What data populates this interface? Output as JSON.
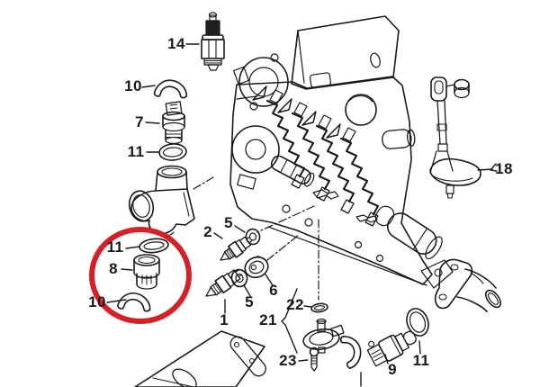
{
  "diagram": {
    "kind": "exploded engine parts line drawing",
    "background_color": "#ffffff",
    "line_color": "#1a1a1a",
    "highlight": {
      "shape": "ellipse",
      "color": "#d32127",
      "circled_parts": [
        "11",
        "8",
        "10"
      ]
    }
  },
  "callouts": [
    {
      "part": "switch-14",
      "text": "14"
    },
    {
      "part": "clip-10-top",
      "text": "10"
    },
    {
      "part": "sensor-7",
      "text": "7"
    },
    {
      "part": "seal-11-top",
      "text": "11"
    },
    {
      "part": "seal-11-middle",
      "text": "11"
    },
    {
      "part": "plug-8",
      "text": "8"
    },
    {
      "part": "clip-10-bottom",
      "text": "10"
    },
    {
      "part": "sensor-2",
      "text": "2"
    },
    {
      "part": "washer-5-top",
      "text": "5"
    },
    {
      "part": "screw-plug-6",
      "text": "6"
    },
    {
      "part": "washer-5-bottom",
      "text": "5"
    },
    {
      "part": "sensor-1",
      "text": "1"
    },
    {
      "part": "group-21",
      "text": "21"
    },
    {
      "part": "seal-22",
      "text": "22"
    },
    {
      "part": "screw-23",
      "text": "23"
    },
    {
      "part": "sensor-9",
      "text": "9"
    },
    {
      "part": "seal-11-right",
      "text": "11"
    },
    {
      "part": "dipstick-18",
      "text": "18"
    }
  ]
}
